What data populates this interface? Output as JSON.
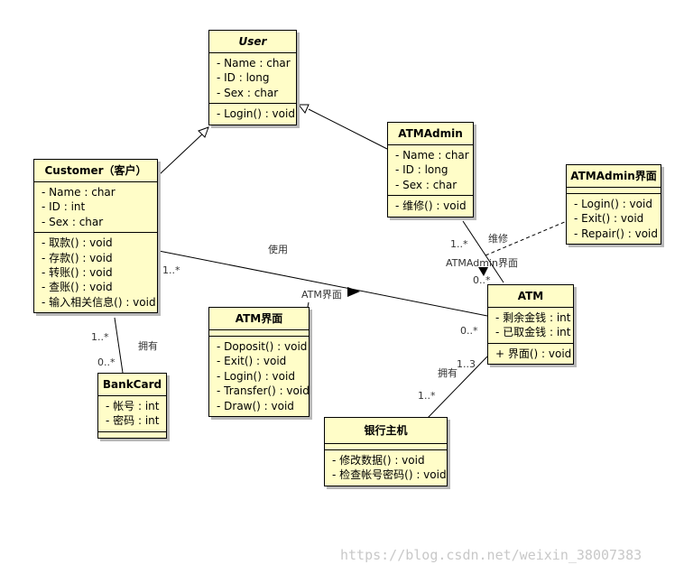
{
  "classes": {
    "user": {
      "name": "User",
      "attributes": [
        "- Name : char",
        "- ID : long",
        "- Sex : char"
      ],
      "operations": [
        "- Login() : void"
      ]
    },
    "customer": {
      "name": "Customer（客户）",
      "attributes": [
        "- Name : char",
        "- ID : int",
        "- Sex : char"
      ],
      "operations": [
        "- 取款() : void",
        "- 存款() : void",
        "- 转账() : void",
        "- 查账() : void",
        "- 输入相关信息() : void"
      ]
    },
    "atmadmin": {
      "name": "ATMAdmin",
      "attributes": [
        "- Name : char",
        "- ID : long",
        "- Sex : char"
      ],
      "operations": [
        "- 维修() : void"
      ]
    },
    "atmadmin_ui": {
      "name": "ATMAdmin界面",
      "attributes": [],
      "operations": [
        "- Login() : void",
        "- Exit() : void",
        "- Repair() : void"
      ]
    },
    "atm": {
      "name": "ATM",
      "attributes": [
        "- 剩余金钱 : int",
        "- 已取金钱 : int"
      ],
      "operations": [
        "+ 界面() : void"
      ]
    },
    "atm_ui": {
      "name": "ATM界面",
      "attributes": [],
      "operations": [
        "- Doposit() : void",
        "- Exit() : void",
        "- Login() : void",
        "- Transfer() : void",
        "- Draw() : void"
      ]
    },
    "bankcard": {
      "name": "BankCard",
      "attributes": [
        "- 帐号 : int",
        "- 密码 : int"
      ],
      "operations": []
    },
    "host": {
      "name": "银行主机",
      "attributes": [],
      "operations": [
        "- 修改数据() : void",
        "- 检查帐号密码() : void"
      ]
    }
  },
  "labels": {
    "use": "使用",
    "atm_ui_role": "ATM界面",
    "cust_mult": "1..*",
    "atm_mult_use": "0..*",
    "own_left": "拥有",
    "cust_card_mult": "1..*",
    "card_mult": "0..*",
    "repair": "维修",
    "admin_mult": "1..*",
    "admin_ui_role": "ATMAdmin界面",
    "atm_mult_admin": "0..*",
    "own_right": "拥有",
    "atm_host_mult": "1..3",
    "host_mult": "1..*"
  },
  "watermark": "https://blog.csdn.net/weixin_38007383"
}
